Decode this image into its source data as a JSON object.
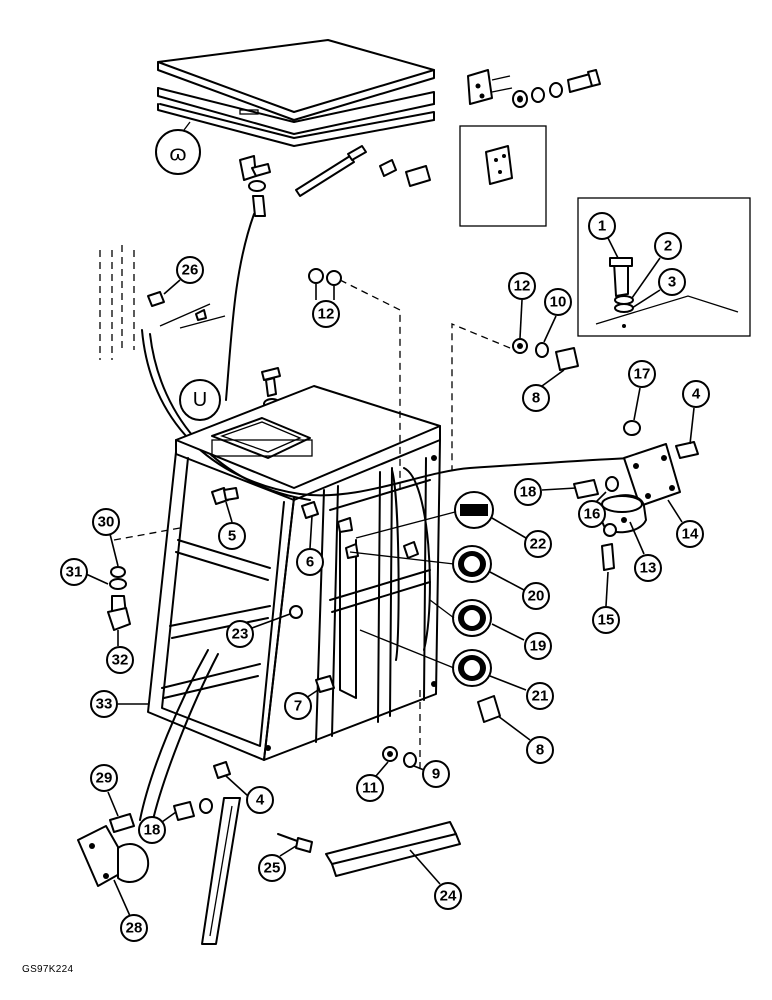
{
  "drawing_code": "GS97K224",
  "part_numbers": [
    "1",
    "2",
    "3",
    "4",
    "4",
    "5",
    "6",
    "7",
    "8",
    "8",
    "9",
    "10",
    "11",
    "12",
    "12",
    "13",
    "14",
    "15",
    "16",
    "17",
    "18",
    "18",
    "19",
    "20",
    "21",
    "22",
    "23",
    "24",
    "25",
    "26",
    "28",
    "29",
    "30",
    "31",
    "32",
    "33"
  ],
  "symbols": [
    "ɷ",
    "U"
  ]
}
